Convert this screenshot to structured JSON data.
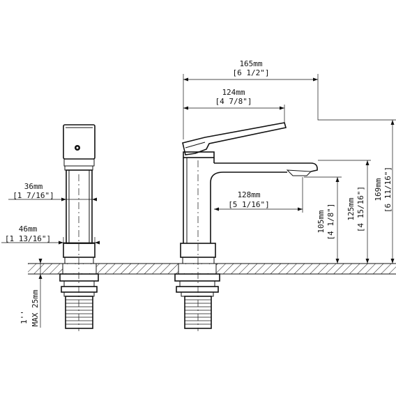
{
  "dimensions": {
    "width_165": {
      "mm": "165mm",
      "inch": "[6 1/2\"]"
    },
    "width_124": {
      "mm": "124mm",
      "inch": "[4 7/8\"]"
    },
    "reach_128": {
      "mm": "128mm",
      "inch": "[5 1/16\"]"
    },
    "body_36": {
      "mm": "36mm",
      "inch": "[1 7/16\"]"
    },
    "base_46": {
      "mm": "46mm",
      "inch": "[1 13/16\"]"
    },
    "height_105": {
      "mm": "105mm",
      "inch": "[4 1/8\"]"
    },
    "height_125": {
      "mm": "125mm",
      "inch": "[4 15/16\"]"
    },
    "height_169": {
      "mm": "169mm",
      "inch": "[6 11/16\"]"
    },
    "max_thickness": {
      "inch": "1''",
      "mm": "MAX 25mm"
    }
  }
}
